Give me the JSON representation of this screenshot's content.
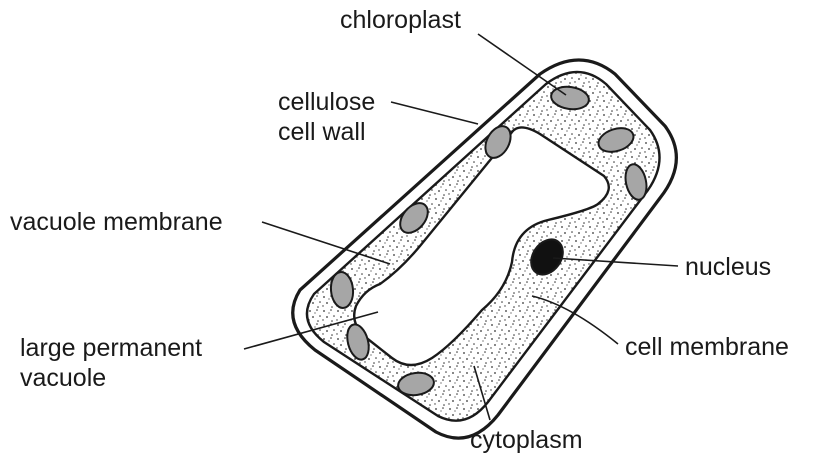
{
  "labels": {
    "chloroplast": "chloroplast",
    "cellulose_line1": "cellulose",
    "cellulose_line2": "cell wall",
    "vacuole_membrane": "vacuole membrane",
    "nucleus": "nucleus",
    "cell_membrane": "cell membrane",
    "large_vacuole_line1": "large permanent",
    "large_vacuole_line2": "vacuole",
    "cytoplasm": "cytoplasm"
  },
  "colors": {
    "stroke": "#1a1a1a",
    "chloroplast_fill": "#a6a6a6",
    "nucleus_fill": "#111111",
    "stipple": "#333333",
    "background": "#ffffff"
  }
}
